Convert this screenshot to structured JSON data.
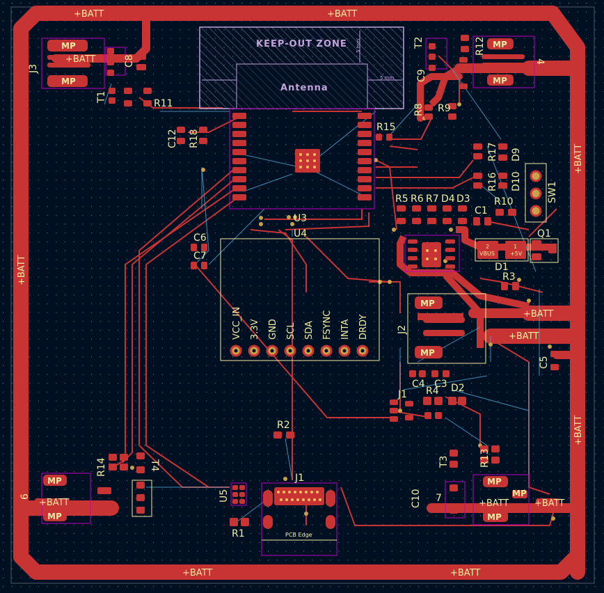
{
  "app": "KiCad PCB Editor",
  "colors": {
    "background": "#001023",
    "copper": "#c83434",
    "pad": "#c83434",
    "silkscreen": "#f2eda1",
    "courtyard": "#c000c0",
    "ratsnest": "#4aa3c8",
    "keepout": "#c2a2d8",
    "via": "#c8a24a"
  },
  "net_labels": {
    "top_left": "+BATT",
    "top_center": "+BATT",
    "left": "+BATT",
    "right_upper": "+BATT",
    "right_lower": "+BATT",
    "bottom_left": "+BATT",
    "bottom_right": "+BATT",
    "mid_right_1": "+BATT",
    "mid_right_2": "+BATT",
    "conn_j3": "+BATT",
    "conn_j6": "+BATT",
    "conn_j7a": "+BATT",
    "conn_j7b": "+BATT"
  },
  "keepout": {
    "title": "KEEP-OUT ZONE",
    "antenna": "Antenna",
    "dim_v": "5 mm",
    "dim_h": "5 mm"
  },
  "refs": {
    "J3": "J3",
    "J4": "4",
    "J6": "6",
    "J7": "7",
    "J1": "J1",
    "J2": "J2",
    "C1": "C1",
    "C3": "C3",
    "C4": "C4",
    "C5": "C5",
    "C6": "C6",
    "C7": "C7",
    "C8": "C8",
    "C9": "C9",
    "C10": "C10",
    "C12": "C12",
    "R1": "R1",
    "R2": "R2",
    "R3": "R3",
    "R4": "R4",
    "R5": "R5",
    "R6": "R6",
    "R7": "R7",
    "R8": "R8",
    "R9": "R9",
    "R10": "R10",
    "R11": "R11",
    "R12": "R12",
    "R13": "R13",
    "R14": "R14",
    "R15": "R15",
    "R16": "R16",
    "R17": "R17",
    "R18": "R18",
    "D1": "D1",
    "D2": "D2",
    "D3": "D3",
    "D4": "D4",
    "D9": "D9",
    "D10": "D10",
    "Q1": "Q1",
    "SW1": "SW1",
    "U3": "U3",
    "U4": "U4",
    "U5": "U5",
    "T1": "T1",
    "T2": "T2",
    "T3": "T3",
    "T4": "T4",
    "J1b": "J1"
  },
  "mp": "MP",
  "header_pins": [
    "VCC_IN",
    "3.3V",
    "GND",
    "SCL",
    "SDA",
    "FSYNC",
    "INTA",
    "DRDY"
  ],
  "pcb_edge": "PCB Edge",
  "vbus": "VBUS",
  "plus5v": "+5V",
  "pin2": "2",
  "pin1": "1"
}
